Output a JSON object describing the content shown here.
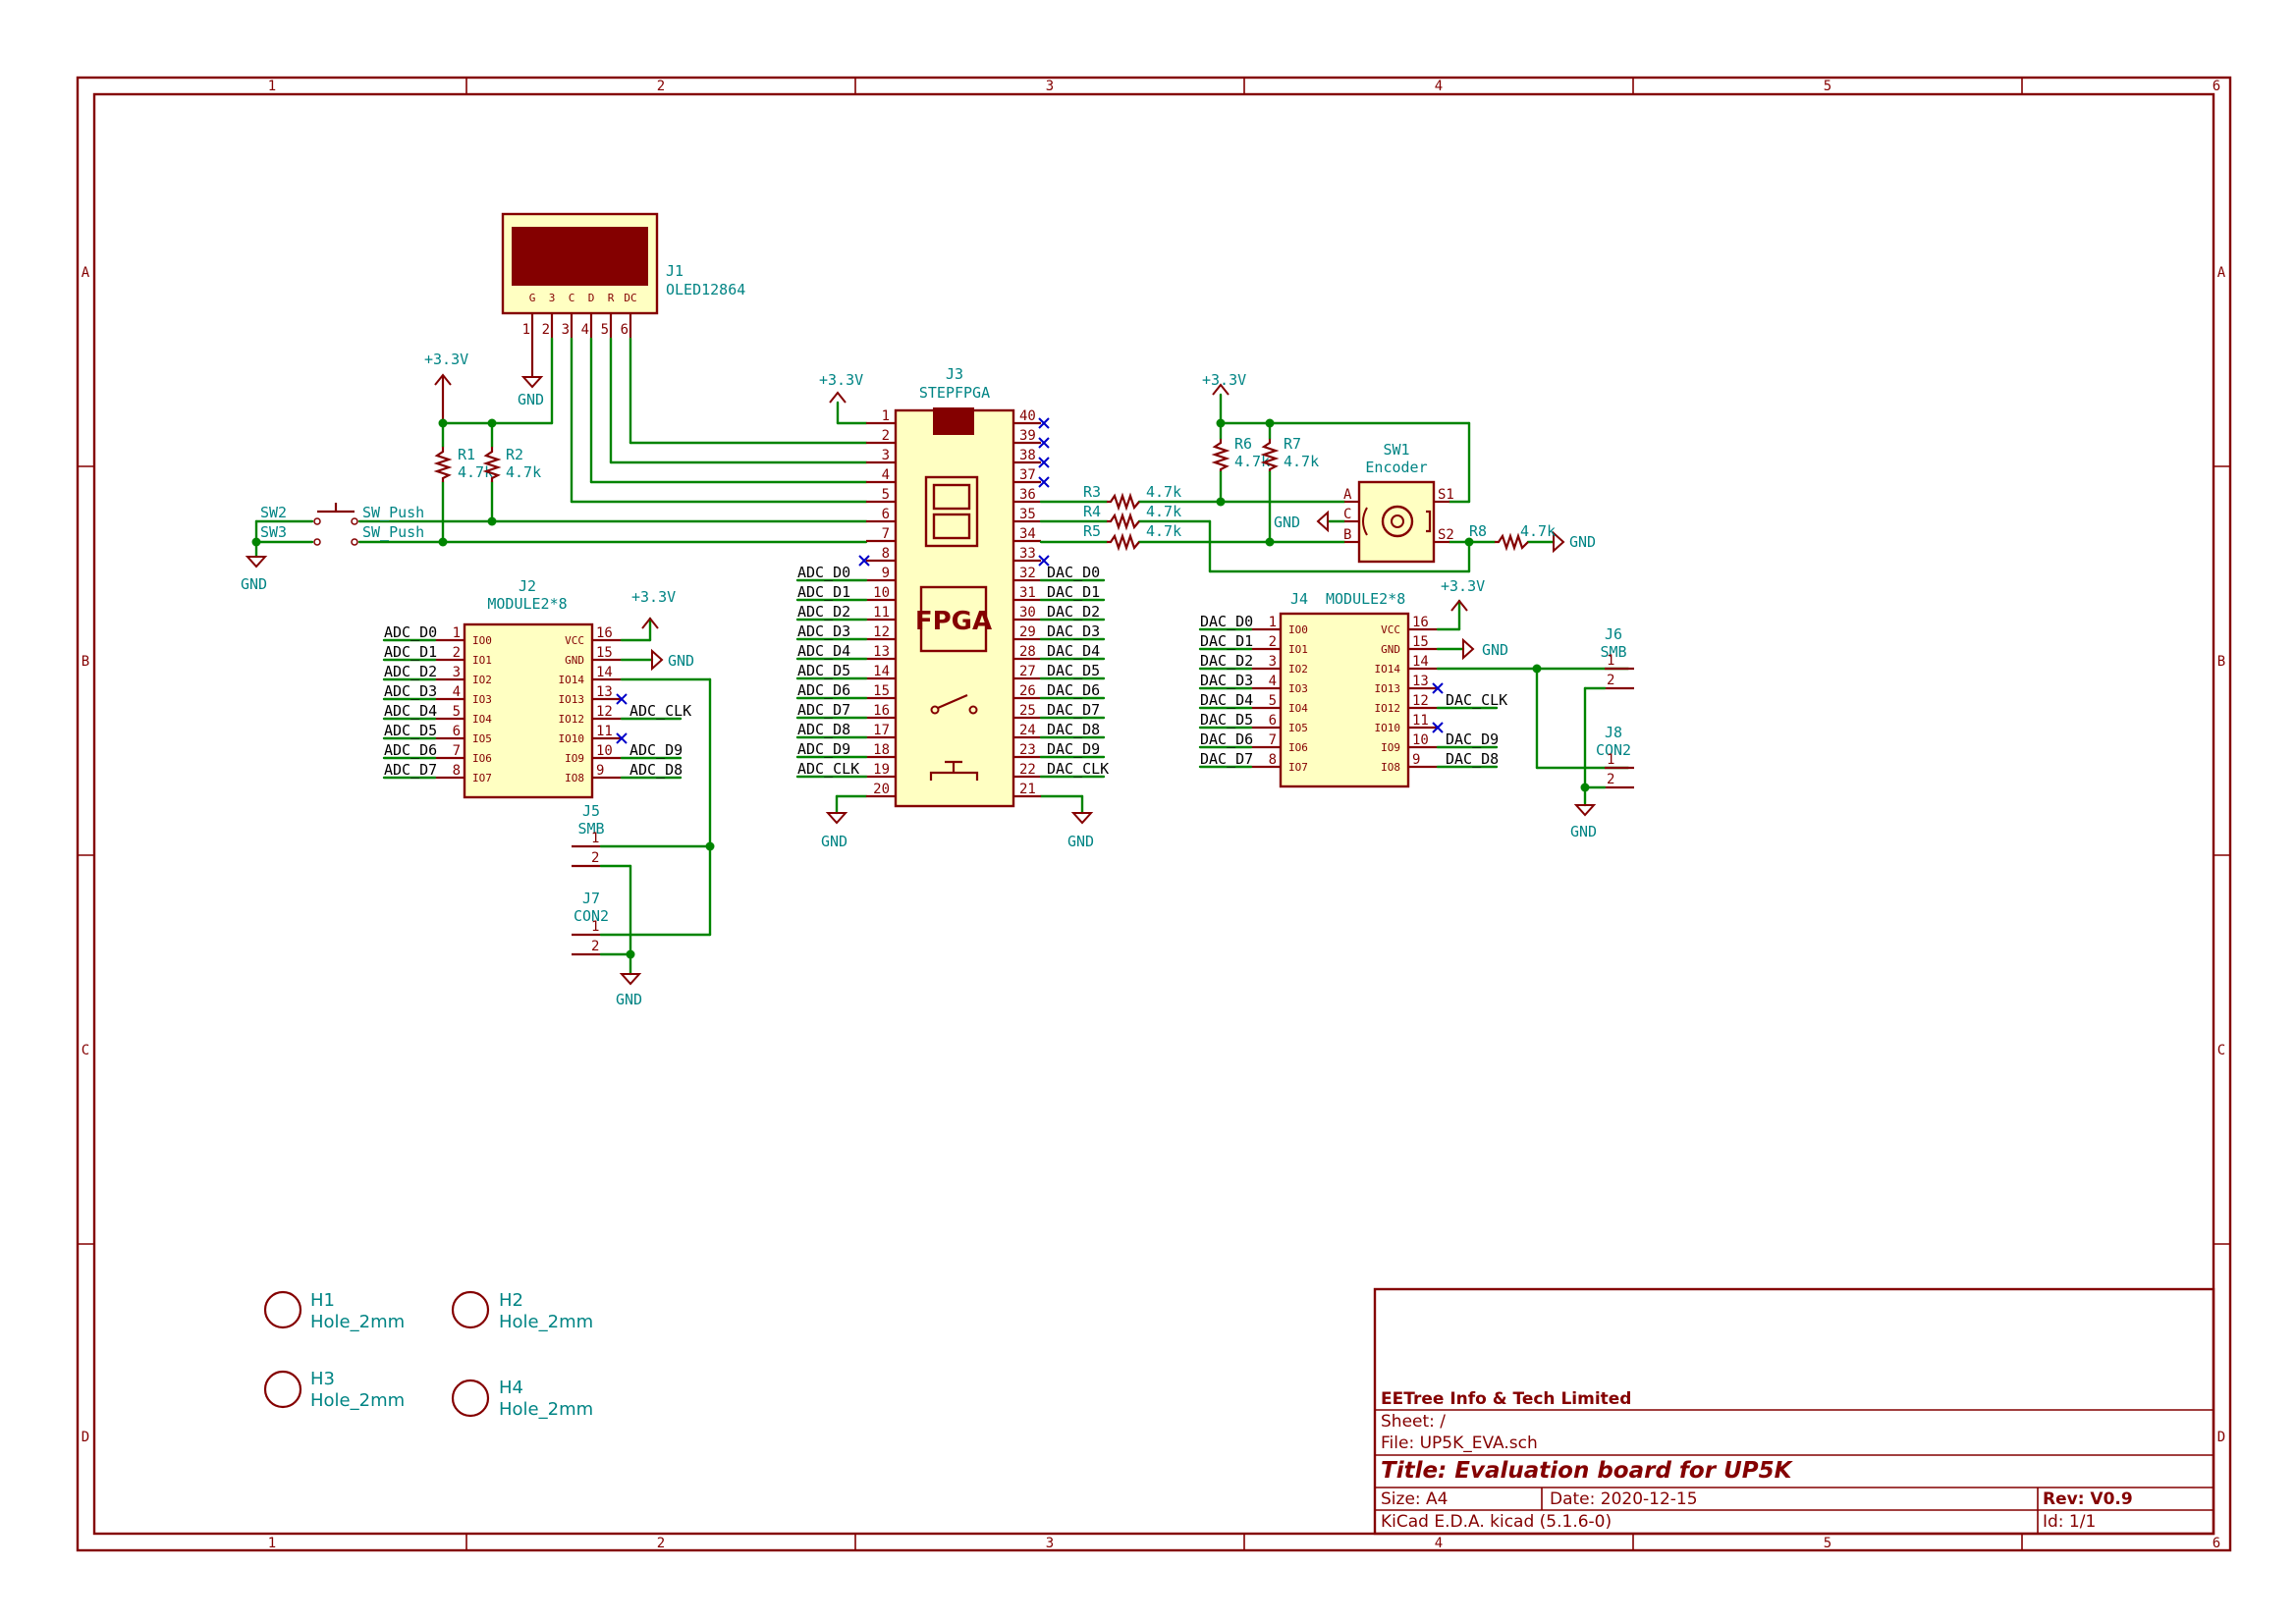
{
  "frame": {
    "columns": [
      "1",
      "2",
      "3",
      "4",
      "5",
      "6"
    ],
    "rows": [
      "A",
      "B",
      "C",
      "D"
    ]
  },
  "title_block": {
    "company": "EETree Info & Tech Limited",
    "sheet": "Sheet: /",
    "file": "File: UP5K_EVA.sch",
    "title": "Title: Evaluation board for UP5K",
    "size": "Size: A4",
    "date": "Date: 2020-12-15",
    "rev": "Rev: V0.9",
    "tool": "KiCad E.D.A.  kicad (5.1.6-0)",
    "id": "Id: 1/1"
  },
  "components": {
    "j1": {
      "ref": "J1",
      "value": "OLED12864",
      "pin_names": [
        "G",
        "3",
        "C",
        "D",
        "R",
        "DC"
      ],
      "pins": [
        "1",
        "2",
        "3",
        "4",
        "5",
        "6"
      ]
    },
    "j3": {
      "ref": "J3",
      "value": "STEPFPGA",
      "chip": "FPGA"
    },
    "j2": {
      "ref": "J2",
      "value": "MODULE2*8"
    },
    "j4": {
      "ref": "J4",
      "value": "MODULE2*8"
    },
    "j5": {
      "ref": "J5",
      "value": "SMB"
    },
    "j6": {
      "ref": "J6",
      "value": "SMB"
    },
    "j7": {
      "ref": "J7",
      "value": "CON2"
    },
    "j8": {
      "ref": "J8",
      "value": "CON2"
    },
    "sw1": {
      "ref": "SW1",
      "value": "Encoder",
      "pins": [
        "A",
        "C",
        "B",
        "S1",
        "S2"
      ]
    },
    "sw2": {
      "ref": "SW2",
      "value": "SW_Push"
    },
    "sw3": {
      "ref": "SW3",
      "value": "SW_Push"
    },
    "r1": {
      "ref": "R1",
      "value": "4.7k"
    },
    "r2": {
      "ref": "R2",
      "value": "4.7k"
    },
    "r3": {
      "ref": "R3",
      "value": "4.7k"
    },
    "r4": {
      "ref": "R4",
      "value": "4.7k"
    },
    "r5": {
      "ref": "R5",
      "value": "4.7k"
    },
    "r6": {
      "ref": "R6",
      "value": "4.7k"
    },
    "r7": {
      "ref": "R7",
      "value": "4.7k"
    },
    "r8": {
      "ref": "R8",
      "value": "4.7k"
    },
    "h1": {
      "ref": "H1",
      "value": "Hole_2mm"
    },
    "h2": {
      "ref": "H2",
      "value": "Hole_2mm"
    },
    "h3": {
      "ref": "H3",
      "value": "Hole_2mm"
    },
    "h4": {
      "ref": "H4",
      "value": "Hole_2mm"
    }
  },
  "power": {
    "vcc": "+3.3V",
    "gnd": "GND"
  },
  "fpga_left_pins": [
    "1",
    "2",
    "3",
    "4",
    "5",
    "6",
    "7",
    "8",
    "9",
    "10",
    "11",
    "12",
    "13",
    "14",
    "15",
    "16",
    "17",
    "18",
    "19",
    "20"
  ],
  "fpga_right_pins": [
    "40",
    "39",
    "38",
    "37",
    "36",
    "35",
    "34",
    "33",
    "32",
    "31",
    "30",
    "29",
    "28",
    "27",
    "26",
    "25",
    "24",
    "23",
    "22",
    "21"
  ],
  "fpga_left_labels": [
    "",
    "",
    "",
    "",
    "",
    "",
    "",
    "",
    "ADC_D0",
    "ADC_D1",
    "ADC_D2",
    "ADC_D3",
    "ADC_D4",
    "ADC_D5",
    "ADC_D6",
    "ADC_D7",
    "ADC_D8",
    "ADC_D9",
    "ADC_CLK",
    ""
  ],
  "fpga_right_labels": [
    "",
    "",
    "",
    "",
    "",
    "",
    "",
    "",
    "DAC_D0",
    "DAC_D1",
    "DAC_D2",
    "DAC_D3",
    "DAC_D4",
    "DAC_D5",
    "DAC_D6",
    "DAC_D7",
    "DAC_D8",
    "DAC_D9",
    "DAC_CLK",
    ""
  ],
  "module_left_pin_names": [
    "IO0",
    "IO1",
    "IO2",
    "IO3",
    "IO4",
    "IO5",
    "IO6",
    "IO7"
  ],
  "module_right_pin_names": [
    "VCC",
    "GND",
    "IO14",
    "IO13",
    "IO12",
    "IO10",
    "IO9",
    "IO8"
  ],
  "module_left_pins": [
    "1",
    "2",
    "3",
    "4",
    "5",
    "6",
    "7",
    "8"
  ],
  "module_right_pins": [
    "16",
    "15",
    "14",
    "13",
    "12",
    "11",
    "10",
    "9"
  ],
  "j2_left_labels": [
    "ADC_D0",
    "ADC_D1",
    "ADC_D2",
    "ADC_D3",
    "ADC_D4",
    "ADC_D5",
    "ADC_D6",
    "ADC_D7"
  ],
  "j2_right_labels": [
    "",
    "",
    "",
    "",
    "ADC_CLK",
    "",
    "ADC_D9",
    "ADC_D8"
  ],
  "j4_left_labels": [
    "DAC_D0",
    "DAC_D1",
    "DAC_D2",
    "DAC_D3",
    "DAC_D4",
    "DAC_D5",
    "DAC_D6",
    "DAC_D7"
  ],
  "j4_right_labels": [
    "",
    "",
    "",
    "",
    "DAC_CLK",
    "",
    "DAC_D9",
    "DAC_D8"
  ],
  "two_pin": [
    "1",
    "2"
  ]
}
